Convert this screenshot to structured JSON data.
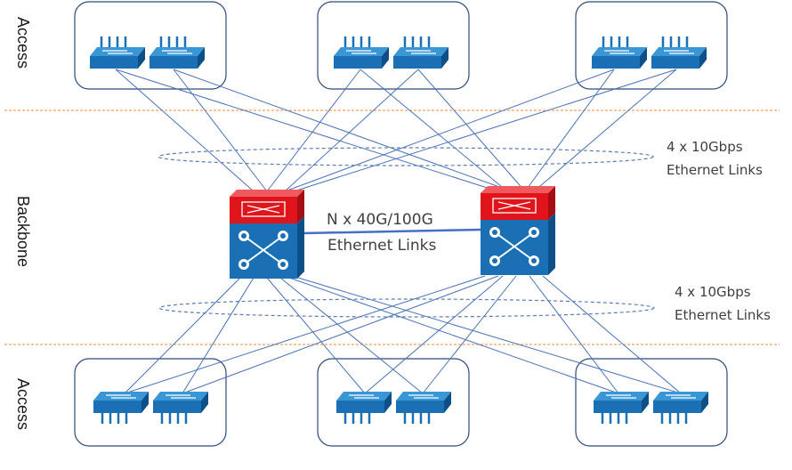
{
  "tiers": {
    "top_access": "Access",
    "backbone": "Backbone",
    "bottom_access": "Access"
  },
  "links": {
    "upper_bundle_line1": "4 x 10Gbps",
    "upper_bundle_line2": "Ethernet  Links",
    "lower_bundle_line1": "4 x 10Gbps",
    "lower_bundle_line2": "Ethernet  Links",
    "core_link_line1": "N x 40G/100G",
    "core_link_line2": "Ethernet Links"
  },
  "colors": {
    "switch_blue": "#1a6fb5",
    "switch_blue_dark": "#0d4f86",
    "core_red": "#e0151b",
    "link_line": "#4a72b8",
    "core_link": "#4470c4",
    "separator": "#f08a3c",
    "ellipse": "#5b7db8"
  },
  "icons": [
    "access-switch-icon",
    "core-switch-icon"
  ]
}
